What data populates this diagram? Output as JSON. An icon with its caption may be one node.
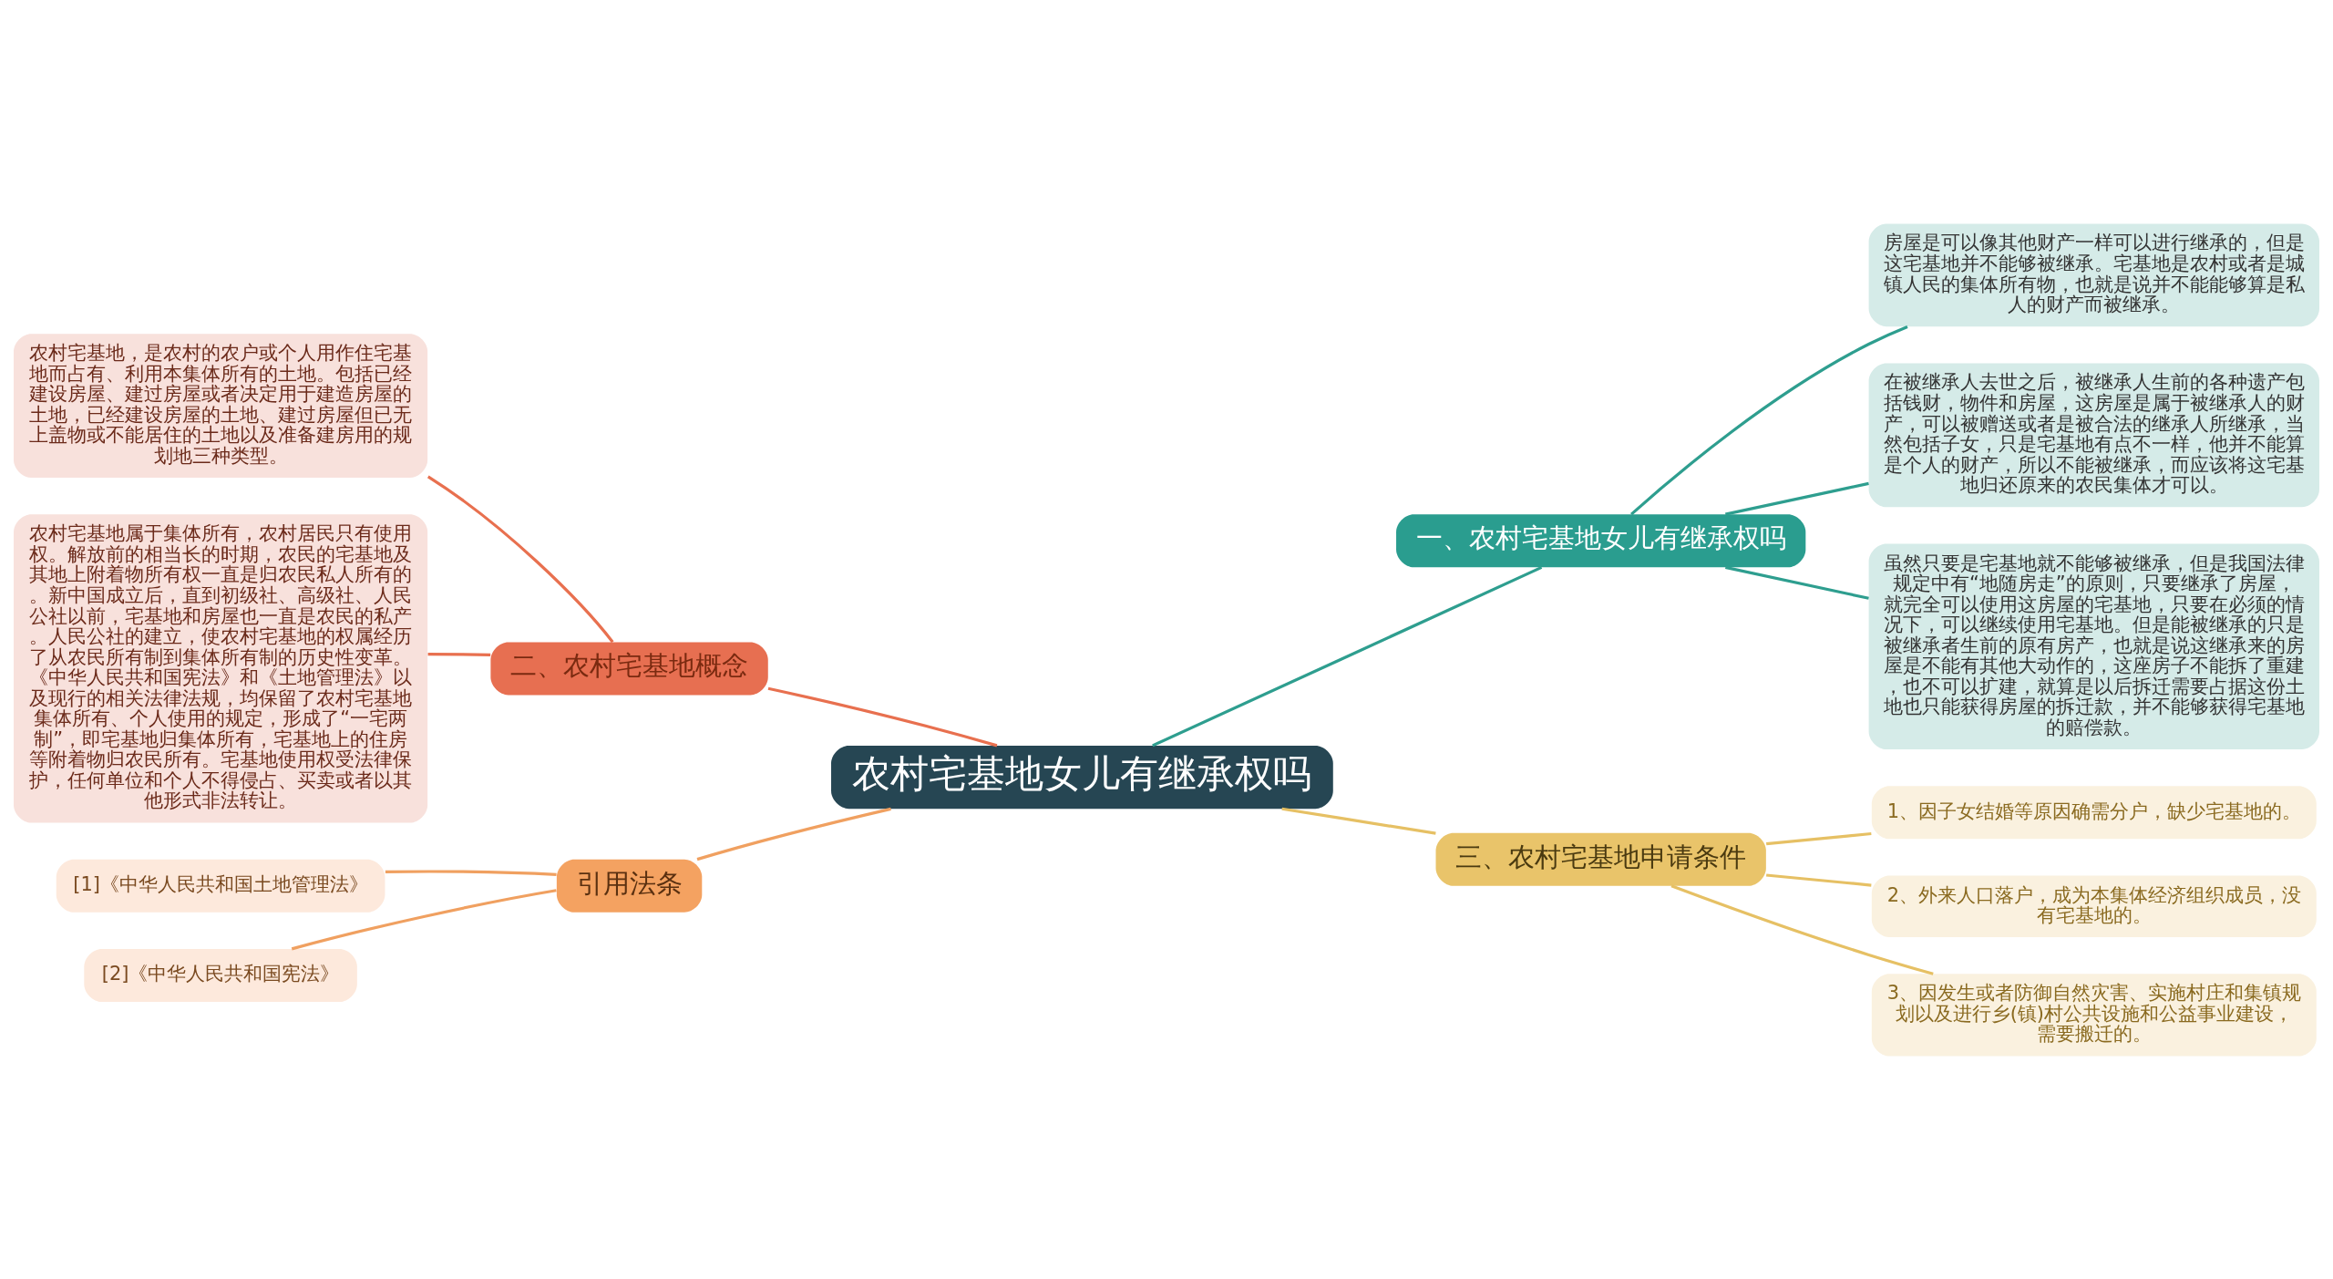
{
  "diagram": {
    "nodes": [
      {
        "text": [
          "农村宅基地女儿有继承权吗"
        ]
      },
      {
        "text": [
          "一、农村宅基地女儿有继承权吗"
        ]
      },
      {
        "text": [
          "房屋是可以像其他财产一样可以进行继承的，但是这宅基地并不能够被继承。宅基地是农村或者是城镇人民的集体所有物，也就是说并不能能够算是私人的财产而被继承。"
        ]
      },
      {
        "text": [
          "在被继承人去世之后，被继承人生前的各种遗产包括钱财，物件和房屋，这房屋是属于被继承人的财产，可以被赠送或者是被合法的继承人所继承，当然包括子女，只是宅基地有点不一样，他并不能算是个人的财产，所以不能被继承，而应该将这宅基地归还原来的农民集体才可以。"
        ]
      },
      {
        "text": [
          "虽然只要是宅基地就不能够被继承，但是我国法律规定中有“地随房走”的原则，只要继承了房屋，就完全可以使用这房屋的宅基地，只要在必须的情况下，可以继续使用宅基地。但是能被继承的只是被继承者生前的原有房产，也就是说这继承来的房屋是不能有其他大动作的，这座房子不能拆了重建，也不可以扩建，就算是以后拆迁需要占据这份土地也只能获得房屋的拆迁款，并不能够获得宅基地的赔偿款。"
        ]
      },
      {
        "text": [
          "二、农村宅基地概念"
        ]
      },
      {
        "text": [
          "农村宅基地，是农村的农户或个人用作住宅基地而占有、利用本集体所有的土地。包括已经建设房屋、建过房屋或者决定用于建造房屋的土地，已经建设房屋的土地、建过房屋但已无上盖物或不能居住的土地以及准备建房用的规划地三种类型。"
        ]
      },
      {
        "text": [
          "农村宅基地属于集体所有，农村居民只有使用权。解放前的相当长的时期，农民的宅基地及其地上附着物所有权一直是归农民私人所有的。新中国成立后，直到初级社、高级社、人民公社以前，宅基地和房屋也一直是农民的私产。人民公社的建立，使农村宅基地的权属经历了从农民所有制到集体所有制的历史性变革。《中华人民共和国宪法》和《土地管理法》以及现行的相关法律法规，均保留了农村宅基地集体所有、个人使用的规定，形成了“一宅两制”，即宅基地归集体所有，宅基地上的住房等附着物归农民所有。宅基地使用权受法律保护，任何单位和个人不得侵占、买卖或者以其他形式非法转让。"
        ]
      },
      {
        "text": [
          "三、农村宅基地申请条件"
        ]
      },
      {
        "text": [
          "1、因子女结婚等原因确需分户，缺少宅基地的。"
        ]
      },
      {
        "text": [
          "2、外来人口落户，成为本集体经济组织成员，没有宅基地的。"
        ]
      },
      {
        "text": [
          "3、因发生或者防御自然灾害、实施村庄和集镇规划以及进行乡(镇)村公共设施和公益事业建设，需要搬迁的。"
        ]
      },
      {
        "text": [
          "引用法条"
        ]
      },
      {
        "text": [
          "[1]《中华人民共和国土地管理法》"
        ]
      },
      {
        "text": [
          "[2]《中华人民共和国宪法》"
        ]
      }
    ],
    "edges": [
      {
        "from": 0,
        "to": 1,
        "arrow": "none",
        "color": "#2e9e8f"
      },
      {
        "from": 1,
        "to": 2,
        "arrow": "none",
        "color": "#2e9e8f"
      },
      {
        "from": 1,
        "to": 3,
        "arrow": "none",
        "color": "#2e9e8f"
      },
      {
        "from": 1,
        "to": 4,
        "arrow": "none",
        "color": "#2e9e8f"
      },
      {
        "from": 0,
        "to": 5,
        "arrow": "none",
        "color": "#e8704f"
      },
      {
        "from": 5,
        "to": 6,
        "arrow": "none",
        "color": "#e8704f"
      },
      {
        "from": 5,
        "to": 7,
        "arrow": "none",
        "color": "#e8704f"
      },
      {
        "from": 0,
        "to": 8,
        "arrow": "none",
        "color": "#e6c064"
      },
      {
        "from": 8,
        "to": 9,
        "arrow": "none",
        "color": "#e6c064"
      },
      {
        "from": 8,
        "to": 10,
        "arrow": "none",
        "color": "#e6c064"
      },
      {
        "from": 8,
        "to": 11,
        "arrow": "none",
        "color": "#e6c064"
      },
      {
        "from": 0,
        "to": 12,
        "arrow": "none",
        "color": "#f0a060"
      },
      {
        "from": 12,
        "to": 13,
        "arrow": "none",
        "color": "#f0a060"
      },
      {
        "from": 12,
        "to": 14,
        "arrow": "none",
        "color": "#f0a060"
      }
    ]
  }
}
